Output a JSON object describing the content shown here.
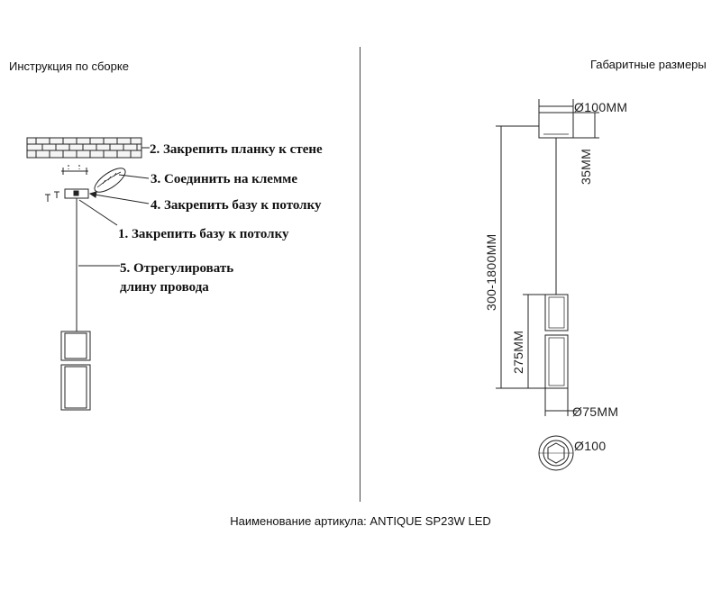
{
  "left_title": "Инструкция по сборке",
  "right_title": "Габаритные размеры",
  "footer": "Наименование артикула: ANTIQUE SP23W LED",
  "steps": {
    "s2": "2. Закрепить планку к стене",
    "s3": "3. Соединить на клемме",
    "s4": "4. Закрепить базу к потолку",
    "s1": "1. Закрепить базу к потолку",
    "s5a": "5. Отрегулировать",
    "s5b": "длину провода"
  },
  "dimensions": {
    "canopy_diameter": "Ø100MM",
    "canopy_height": "35MM",
    "cable_length": "300-1800MM",
    "shade_height": "275MM",
    "shade_diameter": "Ø75MM",
    "top_view_diameter": "Ø100"
  }
}
